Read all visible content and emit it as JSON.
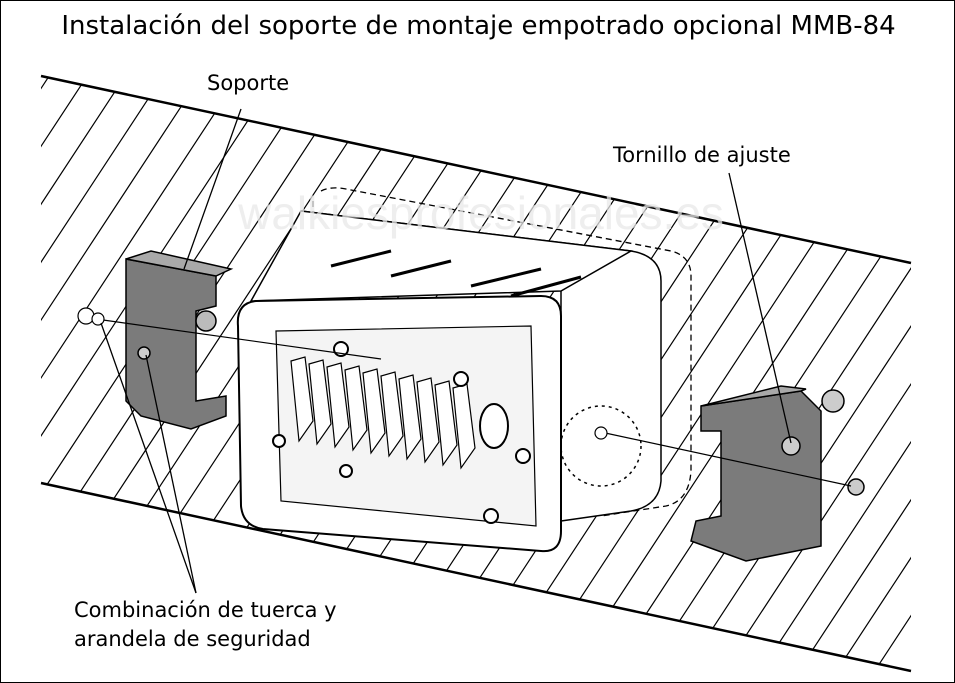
{
  "title": "Instalación del soporte de montaje empotrado opcional MMB-84",
  "labels": {
    "bracket": "Soporte",
    "adjust_screw": "Tornillo de ajuste",
    "nut_washer_line1": "Combinación de tuerca y",
    "nut_washer_line2": "arandela de seguridad"
  },
  "watermark": "walkiesprofesionales.es"
}
